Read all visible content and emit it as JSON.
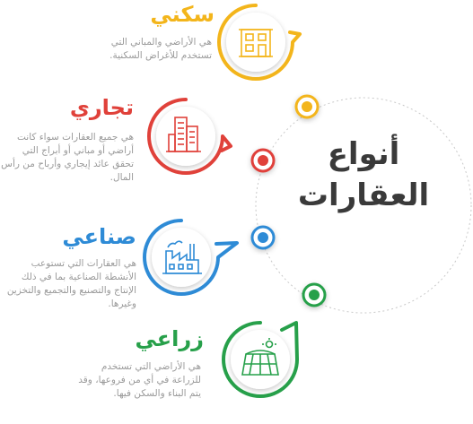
{
  "center_title": {
    "line1": "أنواع",
    "line2": "العقارات"
  },
  "categories": [
    {
      "title": "سكني",
      "description": "هي الأراضي والمباني التي تستخدم للأغراض السكنية.",
      "color": "#f3b51b",
      "icon": "residential-building-icon"
    },
    {
      "title": "تجاري",
      "description": "هي جميع العقارات سواء كانت أراضي أو مباني أو أبراج التي تحقق عائد إيجاري وأرباح من رأس المال.",
      "color": "#e0413a",
      "icon": "commercial-towers-icon"
    },
    {
      "title": "صناعي",
      "description": "هي العقارات التي تستوعب الأنشطة الصناعية بما في ذلك الإنتاج والتصنيع والتجميع والتخزين وغيرها.",
      "color": "#2e8bd6",
      "icon": "factory-icon"
    },
    {
      "title": "زراعي",
      "description": "هي الأراضي التي تستخدم للزراعة في أي من فروعها، وقد يتم البناء والسكن فيها.",
      "color": "#27a04a",
      "icon": "farm-field-icon"
    }
  ]
}
